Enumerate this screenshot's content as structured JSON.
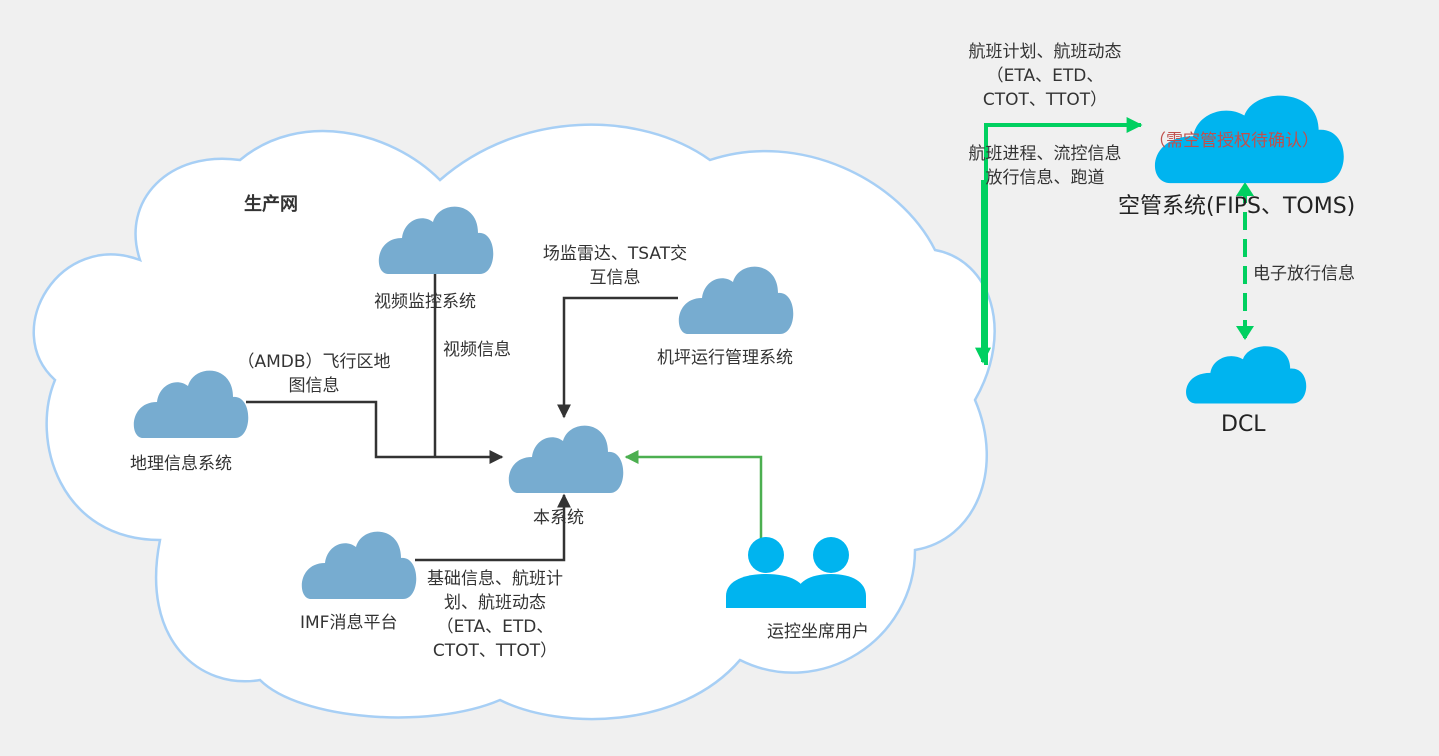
{
  "network": {
    "title": "生产网"
  },
  "nodes": {
    "video": "视频监控系统",
    "gis": "地理信息系统",
    "apron": "机坪运行管理系统",
    "core": "本系统",
    "imf": "IMF消息平台",
    "users": "运控坐席用户",
    "atc": "空管系统(FIPS、TOMS)",
    "atc_note": "（需空管授权待确认）",
    "dcl": "DCL"
  },
  "edges": {
    "video_info": "视频信息",
    "amdb": [
      "（AMDB）飞行区地",
      "图信息"
    ],
    "radar": [
      "场监雷达、TSAT交",
      "互信息"
    ],
    "imf_info": [
      "基础信息、航班计",
      "划、航班动态",
      "（ETA、ETD、",
      "CTOT、TTOT）"
    ],
    "to_atc": [
      "航班计划、航班动态",
      "（ETA、ETD、",
      "CTOT、TTOT）"
    ],
    "from_atc": [
      "航班进程、流控信息",
      "放行信息、跑道"
    ],
    "dcl_info": "电子放行信息"
  },
  "colors": {
    "node_cloud": "#77acd0",
    "external_cloud": "#00b4ef",
    "network_border": "#a7cff5",
    "dark_line": "#333333",
    "user_line": "#4caf50",
    "atc_line": "#00d060"
  }
}
